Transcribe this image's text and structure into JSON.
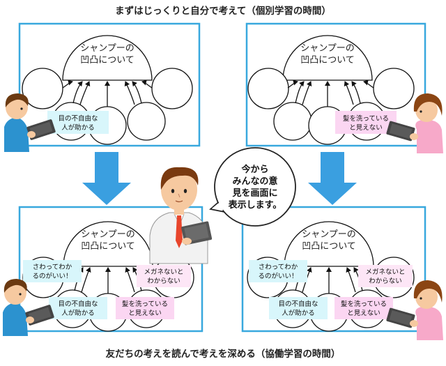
{
  "title_top": "まずはじっくりと自分で考えて（個別学習の時間）",
  "title_bottom": "友だちの考えを読んで考えを深める（協働学習の時間）",
  "panel_heading": [
    "シャンプーの",
    "凹凸について"
  ],
  "speech": [
    "今から",
    "みんなの意",
    "見を画面に",
    "表示します。"
  ],
  "notes": {
    "blind": [
      "目の不自由な",
      "人が助かる"
    ],
    "hair": [
      "髪を洗っている",
      "と見えない"
    ],
    "touch": [
      "さわってわか",
      "るのがいい！"
    ],
    "glasses": [
      "メガネないと",
      "わからない"
    ]
  },
  "colors": {
    "panel_border": "#38a8de",
    "arrow": "#3a9fe0",
    "note_cyan": "#d8f6fb",
    "note_pink": "#fbd6f2",
    "note_lightpink": "#fde6f6",
    "shirt_blue": "#2c92cf",
    "shirt_pink": "#f7a9c9"
  }
}
